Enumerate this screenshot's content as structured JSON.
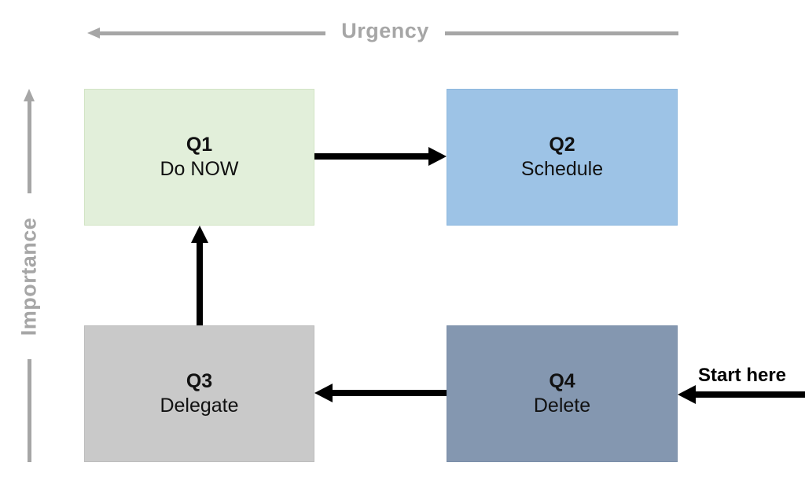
{
  "axes": {
    "urgency": {
      "label": "Urgency",
      "arrow_direction": "left"
    },
    "importance": {
      "label": "Importance",
      "arrow_direction": "up"
    }
  },
  "colors": {
    "axis": "#a6a6a6",
    "arrow": "#000000",
    "background": "#ffffff",
    "text": "#111111"
  },
  "quadrants": [
    {
      "title": "Q1",
      "subtitle": "Do NOW",
      "color": "#e2efda",
      "border": "#d2e4c5"
    },
    {
      "title": "Q2",
      "subtitle": "Schedule",
      "color": "#9dc3e6",
      "border": "#8db7de"
    },
    {
      "title": "Q3",
      "subtitle": "Delegate",
      "color": "#c9c9c9",
      "border": "#bdbdbd"
    },
    {
      "title": "Q4",
      "subtitle": "Delete",
      "color": "#8497b0",
      "border": "#7a8ea8"
    }
  ],
  "flow": {
    "start_label": "Start here",
    "arrows": [
      {
        "from": "start",
        "to": "Q4"
      },
      {
        "from": "Q4",
        "to": "Q3"
      },
      {
        "from": "Q3",
        "to": "Q1"
      },
      {
        "from": "Q1",
        "to": "Q2"
      }
    ]
  }
}
